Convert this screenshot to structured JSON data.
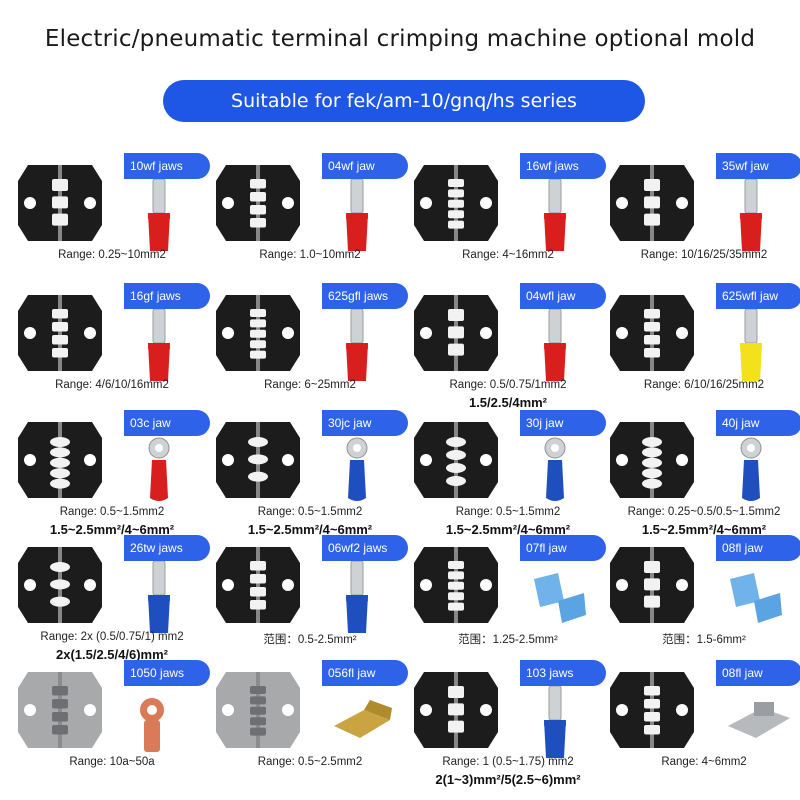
{
  "header": {
    "title": "Electric/pneumatic terminal crimping machine optional mold",
    "subtitle": "Suitable for fek/am-10/gnq/hs series"
  },
  "colors": {
    "accent_blue": "#2e62e8",
    "jaw_black": "#1c1c1c",
    "jaw_silver": "#a7a9ab",
    "ferrule_red": "#d91e1e",
    "ferrule_blue": "#1f4fbf",
    "ferrule_yellow": "#f3e11b",
    "terminal_copper": "#d97a58",
    "terminal_brass": "#c9a441"
  },
  "products": [
    {
      "tag": "10wf jaws",
      "range": "Range: 0.25~10mm2",
      "range2": ""
    },
    {
      "tag": "04wf jaw",
      "range": "Range: 1.0~10mm2",
      "range2": ""
    },
    {
      "tag": "16wf jaws",
      "range": "Range: 4~16mm2",
      "range2": ""
    },
    {
      "tag": "35wf jaw",
      "range": "Range: 10/16/25/35mm2",
      "range2": ""
    },
    {
      "tag": "16gf jaws",
      "range": "Range: 4/6/10/16mm2",
      "range2": ""
    },
    {
      "tag": "625gfl jaws",
      "range": "Range: 6~25mm2",
      "range2": ""
    },
    {
      "tag": "04wfl jaw",
      "range": "Range: 0.5/0.75/1mm2",
      "range2": "1.5/2.5/4mm²"
    },
    {
      "tag": "625wfl jaw",
      "range": "Range: 6/10/16/25mm2",
      "range2": ""
    },
    {
      "tag": "03c jaw",
      "range": "Range: 0.5~1.5mm2",
      "range2": "1.5~2.5mm²/4~6mm²"
    },
    {
      "tag": "30jc jaw",
      "range": "Range: 0.5~1.5mm2",
      "range2": "1.5~2.5mm²/4~6mm²"
    },
    {
      "tag": "30j jaw",
      "range": "Range: 0.5~1.5mm2",
      "range2": "1.5~2.5mm²/4~6mm²"
    },
    {
      "tag": "40j jaw",
      "range": "Range: 0.25~0.5/0.5~1.5mm2",
      "range2": "1.5~2.5mm²/4~6mm²"
    },
    {
      "tag": "26tw jaws",
      "range": "Range: 2x (0.5/0.75/1) mm2",
      "range2": "2x(1.5/2.5/4/6)mm²"
    },
    {
      "tag": "06wf2 jaws",
      "range": "范围：0.5-2.5mm²",
      "range2": ""
    },
    {
      "tag": "07fl jaw",
      "range": "范围：1.25-2.5mm²",
      "range2": ""
    },
    {
      "tag": "08fl jaw",
      "range": "范围：1.5-6mm²",
      "range2": ""
    },
    {
      "tag": "1050 jaws",
      "range": "Range: 10a~50a",
      "range2": ""
    },
    {
      "tag": "056fl jaw",
      "range": "Range: 0.5~2.5mm2",
      "range2": ""
    },
    {
      "tag": "103 jaws",
      "range": "Range: 1 (0.5~1.75) mm2",
      "range2": "2(1~3)mm²/5(2.5~6)mm²"
    },
    {
      "tag": "08fl jaw",
      "range": "Range: 4~6mm2",
      "range2": ""
    }
  ]
}
